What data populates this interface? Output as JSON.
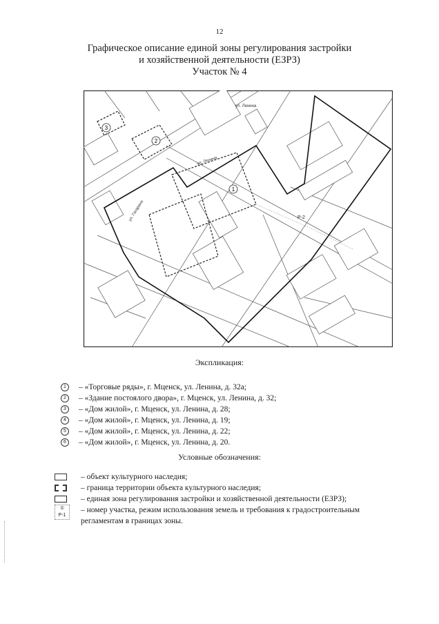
{
  "page_number": "12",
  "title": {
    "line1": "Графическое описание единой зоны регулирования застройки",
    "line2": "и хозяйственной деятельности (ЕЗРЗ)",
    "line3": "Участок № 4"
  },
  "map": {
    "street_labels": [
      "ул. Ленина",
      "ул. Ленина",
      "ул. Гагарина"
    ],
    "markers": [
      "1",
      "2",
      "3"
    ],
    "plot_label": "Р-2"
  },
  "explication": {
    "heading": "Экспликация:",
    "items": [
      {
        "num": "1",
        "text": "– «Торговые ряды», г. Мценск, ул. Ленина, д. 32а;"
      },
      {
        "num": "2",
        "text": "– «Здание постоялого двора», г. Мценск, ул. Ленина, д. 32;"
      },
      {
        "num": "3",
        "text": "– «Дом жилой», г. Мценск, ул. Ленина, д. 28;"
      },
      {
        "num": "4",
        "text": "– «Дом жилой», г. Мценск, ул. Ленина, д. 19;"
      },
      {
        "num": "5",
        "text": "– «Дом жилой», г. Мценск, ул. Ленина, д. 22;"
      },
      {
        "num": "6",
        "text": "– «Дом жилой», г. Мценск, ул. Ленина, д. 20."
      }
    ]
  },
  "legend": {
    "heading": "Условные обозначения:",
    "items": [
      {
        "symbol": "object",
        "text": "– объект культурного наследия;"
      },
      {
        "symbol": "territory",
        "text": "– граница территории объекта культурного наследия;"
      },
      {
        "symbol": "zone",
        "text": "– единая зона регулирования застройки и хозяйственной деятельности (ЕЗРЗ);"
      },
      {
        "symbol": "plot",
        "symbol_label": "Р-1",
        "text": "– номер участка, режим использования земель и требования к градостроительным регламентам в границах зоны."
      }
    ]
  }
}
